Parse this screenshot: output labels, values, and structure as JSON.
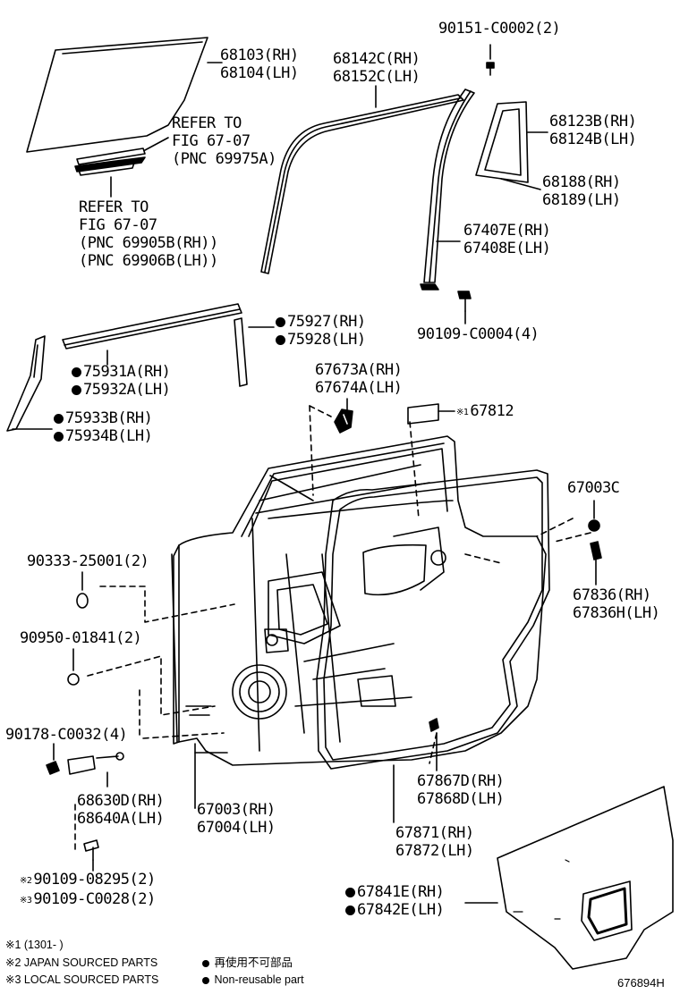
{
  "parts": {
    "glass": [
      "68103(RH)",
      "68104(LH)"
    ],
    "refer_6907_a": [
      "REFER TO",
      "FIG 67-07",
      "(PNC 69975A)"
    ],
    "refer_6907_b": [
      "REFER TO",
      "FIG 67-07",
      "(PNC 69905B(RH))",
      "(PNC 69906B(LH))"
    ],
    "run_channel": [
      "68142C(RH)",
      "68152C(LH)"
    ],
    "screw_top": "90151-C0002(2)",
    "quarter_glass": [
      "68123B(RH)",
      "68124B(LH)"
    ],
    "quarter_weatherstrip": [
      "68188(RH)",
      "68189(LH)"
    ],
    "division_bar": [
      "67407E(RH)",
      "67408E(LH)"
    ],
    "screw_mid": "90109-C0004(4)",
    "belt_moulding_rear": [
      "75927(RH)",
      "75928(LH)"
    ],
    "belt_moulding": [
      "75931A(RH)",
      "75932A(LH)"
    ],
    "pillar_garnish": [
      "75933B(RH)",
      "75934B(LH)"
    ],
    "bracket": [
      "67673A(RH)",
      "67674A(LH)"
    ],
    "pad_ref": "※1",
    "pad": "67812",
    "plug": "67003C",
    "plug_hole": "90333-25001(2)",
    "clip": "90950-01841(2)",
    "cover": [
      "67836(RH)",
      "67836H(LH)"
    ],
    "nut": "90178-C0032(4)",
    "check": [
      "68630D(RH)",
      "68640A(LH)"
    ],
    "door_panel": [
      "67003(RH)",
      "67004(LH)"
    ],
    "weatherstrip_clip": [
      "67867D(RH)",
      "67868D(LH)"
    ],
    "weatherstrip": [
      "67871(RH)",
      "67872(LH)"
    ],
    "bolt_2": "90109-08295(2)",
    "bolt_3": "90109-C0028(2)",
    "bolt_2_ref": "※2",
    "bolt_3_ref": "※3",
    "service_hole_cover": [
      "67841E(RH)",
      "67842E(LH)"
    ]
  },
  "legend": {
    "note1": "※1 (1301-      )",
    "note2": "※2 JAPAN SOURCED PARTS",
    "note3": "※3 LOCAL SOURCED PARTS",
    "nonreusable_jp": "再使用不可部品",
    "nonreusable_en": "Non-reusable part"
  },
  "figure_id": "676894H"
}
